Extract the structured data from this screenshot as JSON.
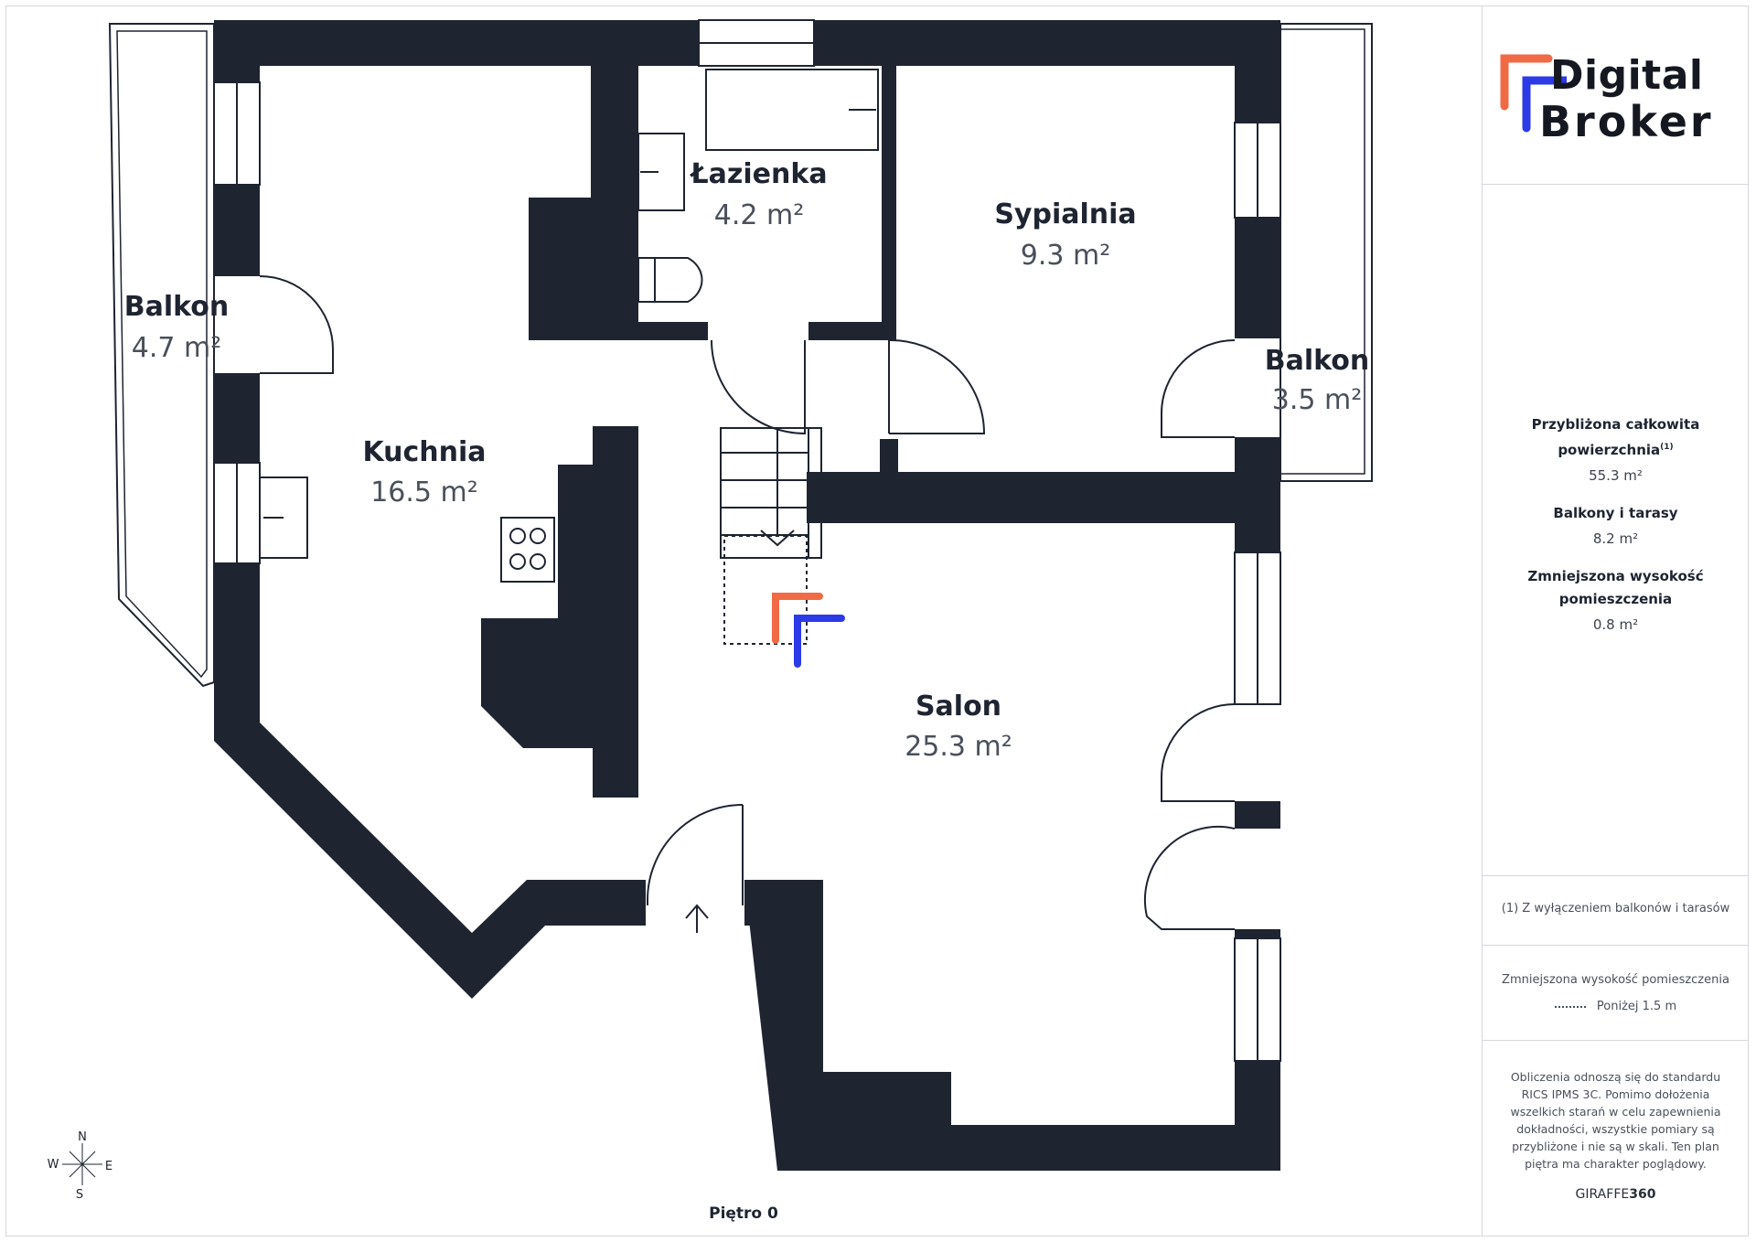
{
  "rooms": [
    {
      "name": "Łazienka",
      "area_value": "4.2",
      "area_unit": "m²"
    },
    {
      "name": "Sypialnia",
      "area_value": "9.3",
      "area_unit": "m²"
    },
    {
      "name": "Balkon",
      "area_value": "4.7",
      "area_unit": "m²"
    },
    {
      "name": "Balkon",
      "area_value": "3.5",
      "area_unit": "m²"
    },
    {
      "name": "Kuchnia",
      "area_value": "16.5",
      "area_unit": "m²"
    },
    {
      "name": "Salon",
      "area_value": "25.3",
      "area_unit": "m²"
    }
  ],
  "floor_label": "Piętro 0",
  "compass": {
    "n": "N",
    "s": "S",
    "w": "W",
    "e": "E"
  },
  "logo": {
    "line1": "Digital",
    "line2": "Broker",
    "colors": {
      "orange": "#f06a45",
      "blue": "#2c3ae8"
    }
  },
  "stats": {
    "total_label": "Przybliżona całkowita powierzchnia",
    "total_sup": "(1)",
    "total_value": "55.3 m²",
    "balcony_label": "Balkony i tarasy",
    "balcony_value": "8.2 m²",
    "reduced_label": "Zmniejszona wysokość pomieszczenia",
    "reduced_value": "0.8 m²"
  },
  "footnote": "(1) Z wyłączeniem balkonów i tarasów",
  "legend": {
    "title": "Zmniejszona wysokość pomieszczenia",
    "item": "Poniżej 1.5 m"
  },
  "disclaimer": "Obliczenia odnoszą się do standardu RICS IPMS 3C. Pomimo dołożenia wszelkich starań w celu zapewnienia dokładności, wszystkie pomiary są przybliżone i nie są w skali. Ten plan piętra ma charakter poglądowy.",
  "giraffe": {
    "prefix": "GIRAFFE",
    "suffix": "360"
  },
  "colors": {
    "wall": "#1e2430",
    "label": "#1e2430",
    "area": "#4a505a"
  }
}
